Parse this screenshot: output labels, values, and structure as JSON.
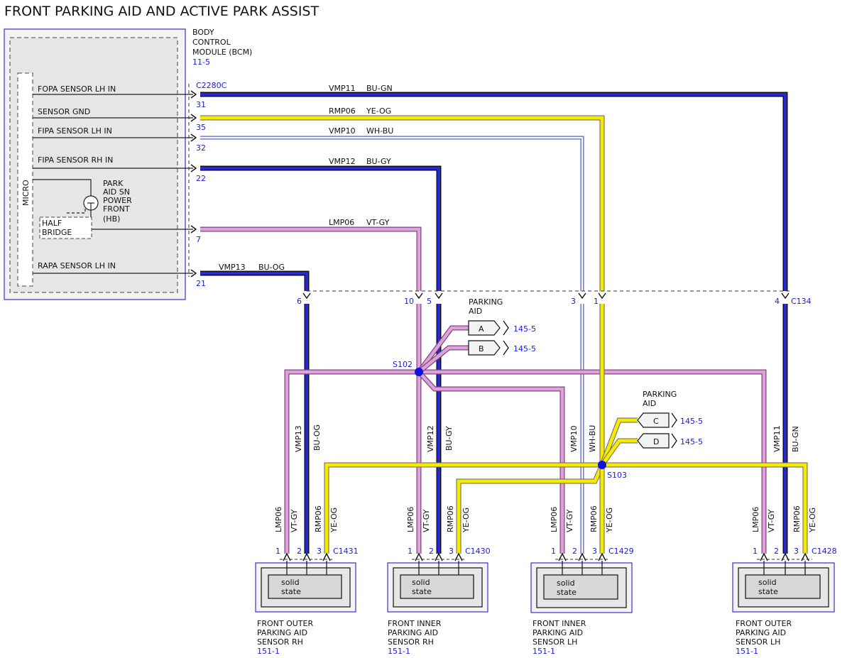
{
  "title": "FRONT PARKING AID AND ACTIVE PARK ASSIST",
  "bcm": {
    "name_lines": [
      "BODY",
      "CONTROL",
      "MODULE (BCM)"
    ],
    "ref": "11-5",
    "connector": "C2280C",
    "micro_label": "MICRO",
    "power_lines": [
      "PARK",
      "AID SN",
      "POWER",
      "FRONT",
      "(HB)"
    ],
    "bridge_lines": [
      "HALF",
      "BRIDGE"
    ],
    "signals": [
      {
        "label": "FOPA SENSOR LH IN",
        "pin": "31",
        "circuit": "VMP11",
        "color": "BU-GN"
      },
      {
        "label": "SENSOR GND",
        "pin": "35",
        "circuit": "RMP06",
        "color": "YE-OG"
      },
      {
        "label": "FIPA SENSOR LH IN",
        "pin": "32",
        "circuit": "VMP10",
        "color": "WH-BU"
      },
      {
        "label": "FIPA SENSOR RH IN",
        "pin": "22",
        "circuit": "VMP12",
        "color": "BU-GY"
      },
      {
        "label": "",
        "pin": "7",
        "circuit": "LMP06",
        "color": "VT-GY"
      },
      {
        "label": "RAPA SENSOR LH IN",
        "pin": "21",
        "circuit": "VMP13",
        "color": "BU-OG"
      }
    ]
  },
  "c134": {
    "name": "C134",
    "pins": [
      "6",
      "10",
      "5",
      "3",
      "1",
      "4"
    ]
  },
  "splices": {
    "s102": "S102",
    "s103": "S103"
  },
  "parking_aid_top": {
    "label_lines": [
      "PARKING",
      "AID"
    ],
    "connectors": [
      {
        "letter": "A",
        "ref": "145-5"
      },
      {
        "letter": "B",
        "ref": "145-5"
      }
    ]
  },
  "parking_aid_mid": {
    "label_lines": [
      "PARKING",
      "AID"
    ],
    "connectors": [
      {
        "letter": "C",
        "ref": "145-5"
      },
      {
        "letter": "D",
        "ref": "145-5"
      }
    ]
  },
  "vertical_labels": [
    {
      "circuit": "VMP13",
      "color": "BU-OG"
    },
    {
      "circuit": "VMP12",
      "color": "BU-GY"
    },
    {
      "circuit": "VMP10",
      "color": "WH-BU"
    },
    {
      "circuit": "VMP11",
      "color": "BU-GN"
    }
  ],
  "sensors": [
    {
      "name_lines": [
        "FRONT OUTER",
        "PARKING AID",
        "SENSOR RH"
      ],
      "ref": "151-1",
      "connector": "C1431",
      "pins": [
        "1",
        "2",
        "3"
      ],
      "wires": [
        "LMP06",
        "VT-GY",
        "RMP06",
        "YE-OG"
      ],
      "inner": [
        "solid",
        "state"
      ]
    },
    {
      "name_lines": [
        "FRONT INNER",
        "PARKING AID",
        "SENSOR RH"
      ],
      "ref": "151-1",
      "connector": "C1430",
      "pins": [
        "1",
        "2",
        "3"
      ],
      "wires": [
        "LMP06",
        "VT-GY",
        "RMP06",
        "YE-OG"
      ],
      "inner": [
        "solid",
        "state"
      ]
    },
    {
      "name_lines": [
        "FRONT INNER",
        "PARKING AID",
        "SENSOR LH"
      ],
      "ref": "151-1",
      "connector": "C1429",
      "pins": [
        "1",
        "2",
        "3"
      ],
      "wires": [
        "LMP06",
        "VT-GY",
        "RMP06",
        "YE-OG"
      ],
      "inner": [
        "solid",
        "state"
      ]
    },
    {
      "name_lines": [
        "FRONT OUTER",
        "PARKING AID",
        "SENSOR LH"
      ],
      "ref": "151-1",
      "connector": "C1428",
      "pins": [
        "1",
        "2",
        "3"
      ],
      "wires": [
        "LMP06",
        "VT-GY",
        "RMP06",
        "YE-OG"
      ],
      "inner": [
        "solid",
        "state"
      ]
    }
  ],
  "colors": {
    "blue_wire": "#1a1acc",
    "yellow_wire": "#f2e600",
    "violet_wire": "#d98fd4",
    "white_blue_wire": "#9fa8e0",
    "label_blue": "#1a1adb",
    "splice": "#1010e0"
  }
}
